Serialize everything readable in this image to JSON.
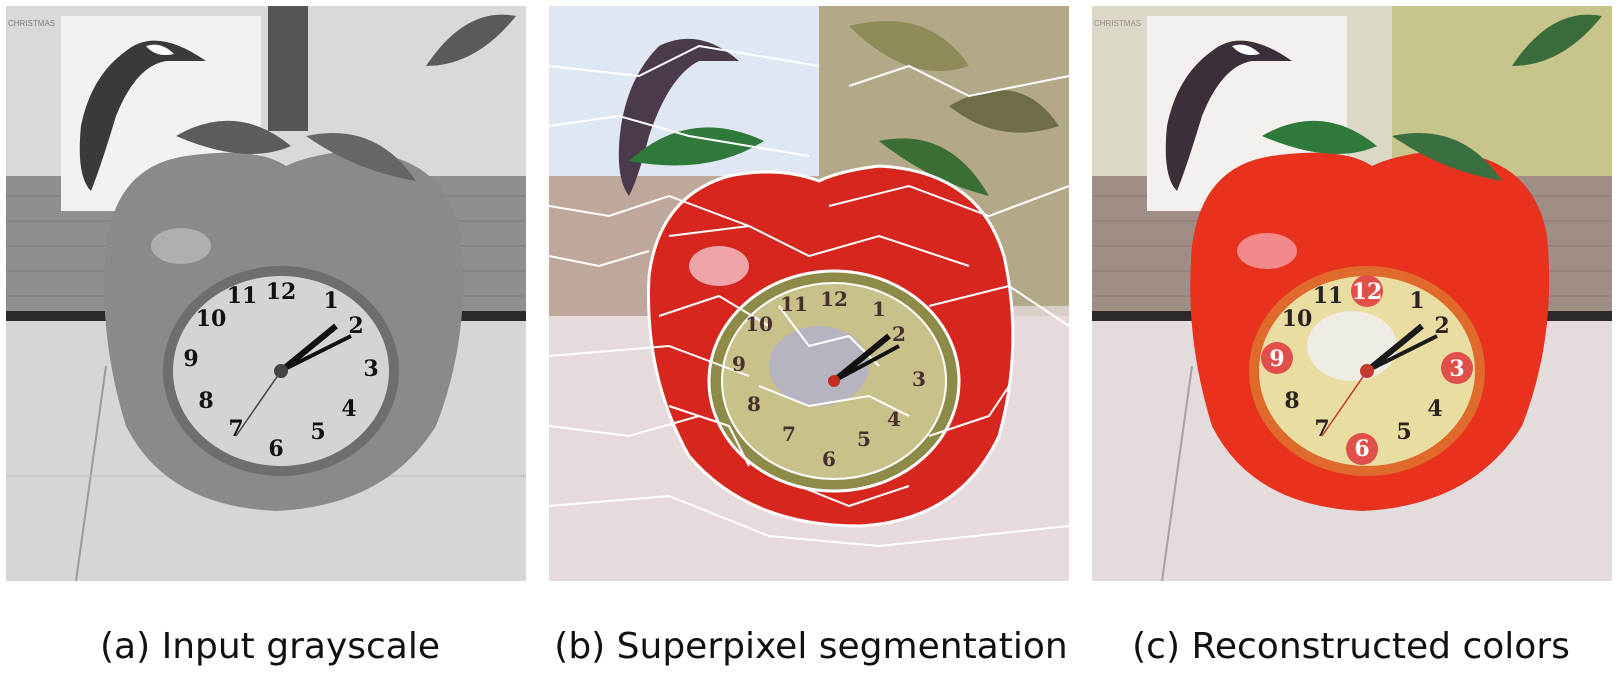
{
  "figure": {
    "panels": [
      {
        "id": "a",
        "caption": "(a) Input grayscale",
        "poster_text": "CHRISTMAS",
        "clock_numbers": [
          "12",
          "1",
          "2",
          "3",
          "4",
          "5",
          "6",
          "7",
          "8",
          "9",
          "10",
          "11"
        ]
      },
      {
        "id": "b",
        "caption": "(b) Superpixel segmentation",
        "clock_numbers": [
          "12",
          "1",
          "2",
          "3",
          "4",
          "5",
          "6",
          "7",
          "8",
          "9",
          "10",
          "11"
        ]
      },
      {
        "id": "c",
        "caption": "(c) Reconstructed colors",
        "poster_text": "CHRISTMAS",
        "clock_numbers": [
          "12",
          "1",
          "2",
          "3",
          "4",
          "5",
          "6",
          "7",
          "8",
          "9",
          "10",
          "11"
        ]
      }
    ],
    "colors": {
      "apple_red": "#e8321e",
      "face_yellow": "#e9dda2",
      "leaf_green": "#2f7a3a",
      "segment_border": "#ffffff",
      "gray_apple": "#8a8a8a"
    }
  }
}
